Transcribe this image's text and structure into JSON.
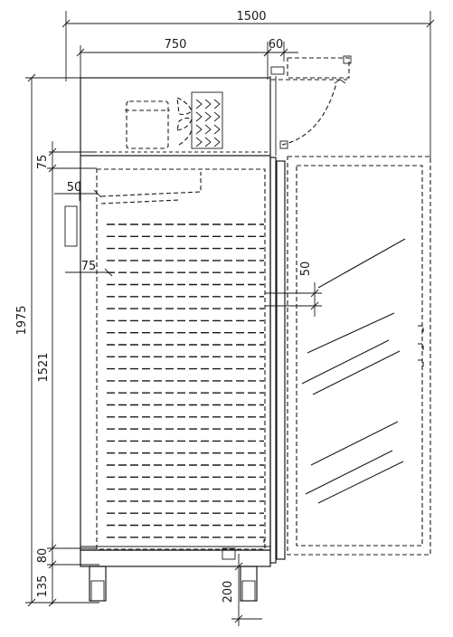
{
  "dimensions": {
    "overall_width": "1500",
    "cabinet_width": "750",
    "hinge_offset": "60",
    "top_section": "75",
    "side_inset": "50",
    "rail_offset": "75",
    "shelf_pitch": "50",
    "overall_height": "1975",
    "interior_height": "1521",
    "base_height": "80",
    "leg_height": "135",
    "leg_adjust": "200"
  }
}
